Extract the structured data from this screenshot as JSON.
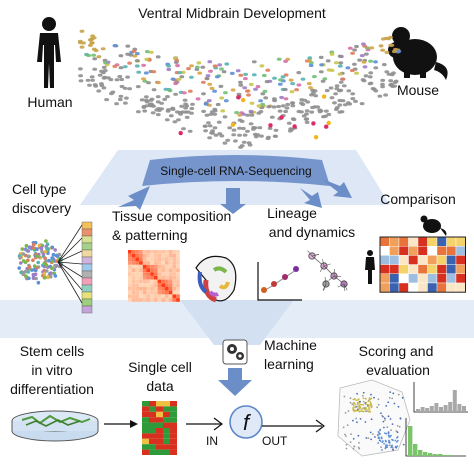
{
  "title": "Ventral Midbrain Development",
  "species": {
    "left": "Human",
    "right": "Mouse"
  },
  "method_label": "Single-cell RNA-Sequencing",
  "analyses": {
    "cell_type": [
      "Cell type",
      "discovery"
    ],
    "tissue": [
      "Tissue composition",
      "& patterning"
    ],
    "lineage": [
      "Lineage",
      "and dynamics"
    ],
    "comparison": "Comparison"
  },
  "bottom": {
    "stem": [
      "Stem cells",
      "in vitro",
      "differentiation"
    ],
    "single_cell": [
      "Single cell",
      "data"
    ],
    "ml": [
      "Machine",
      "learning"
    ],
    "in": "IN",
    "func": "f",
    "out": "OUT",
    "scoring": [
      "Scoring and",
      "evaluation"
    ]
  },
  "colors": {
    "blue_accent": "#5f86c6",
    "blue_band": "#cfdcf0",
    "heat_red": "#d7301f",
    "heat_blue": "#3a62b0",
    "gray_cells": "#8c8c8c"
  },
  "icons": [
    "human-icon",
    "mouse-icon",
    "gears-icon",
    "petri-dish-icon",
    "function-icon"
  ]
}
